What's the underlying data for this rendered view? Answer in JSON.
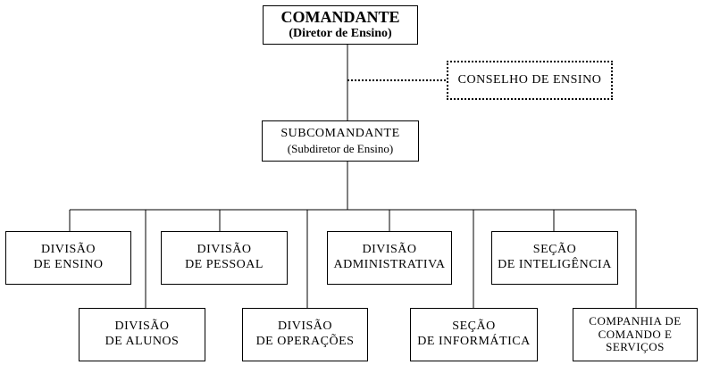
{
  "comandante": {
    "title": "COMANDANTE",
    "subtitle": "(Diretor de Ensino)"
  },
  "conselho": {
    "label": "CONSELHO DE ENSINO"
  },
  "subcomandante": {
    "title": "SUBCOMANDANTE",
    "subtitle": "(Subdiretor de Ensino)"
  },
  "units": {
    "div_ensino": [
      "DIVISÃO",
      "DE  ENSINO"
    ],
    "div_pessoal": [
      "DIVISÃO",
      "DE  PESSOAL"
    ],
    "div_administrativa": [
      "DIVISÃO",
      "ADMINISTRATIVA"
    ],
    "sec_inteligencia": [
      "SEÇÃO",
      "DE  INTELIGÊNCIA"
    ],
    "div_alunos": [
      "DIVISÃO",
      "DE  ALUNOS"
    ],
    "div_operacoes": [
      "DIVISÃO",
      "DE  OPERAÇÕES"
    ],
    "sec_informatica": [
      "SEÇÃO",
      "DE  INFORMÁTICA"
    ],
    "cia_servicos": [
      "COMPANHIA DE",
      "COMANDO E",
      "SERVIÇOS"
    ]
  }
}
